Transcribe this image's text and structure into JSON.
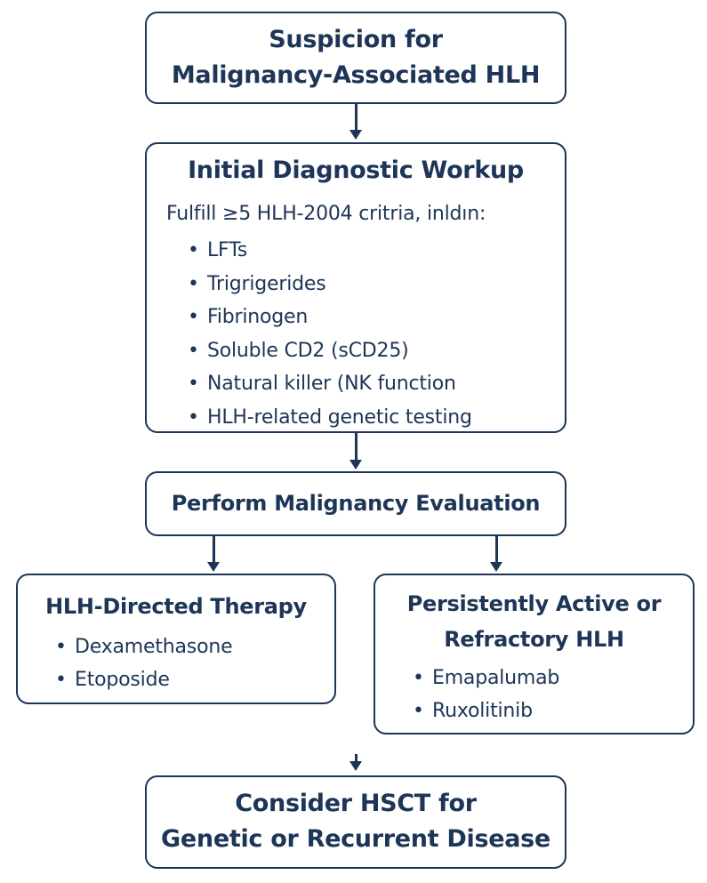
{
  "colors": {
    "stroke": "#1d3557",
    "text": "#1d3557",
    "background": "#ffffff"
  },
  "box1": {
    "line1": "Suspicion for",
    "line2": "Malignancy-Associated HLH"
  },
  "box2": {
    "title": "Initial Diagnostic Workup",
    "intro": "Fulfill ≥5 HLH-2004 critria, inldın:",
    "items": [
      "LFTs",
      "Trigrigerides",
      "Fibrinogen",
      "Soluble CD2 (sCD25)",
      "Natural killer (NK function",
      "HLH-related genetic testing"
    ]
  },
  "box3": {
    "title": "Perform Malignancy Evaluation"
  },
  "box4": {
    "title": "HLH-Directed Therapy",
    "items": [
      "Dexamethasone",
      "Etoposide"
    ]
  },
  "box5": {
    "line1": "Persistently Active or",
    "line2": "Refractory HLH",
    "items": [
      "Emapalumab",
      "Ruxolitinib"
    ]
  },
  "box6": {
    "line1": "Consider HSCT for",
    "line2": "Genetic or Recurrent Disease"
  }
}
